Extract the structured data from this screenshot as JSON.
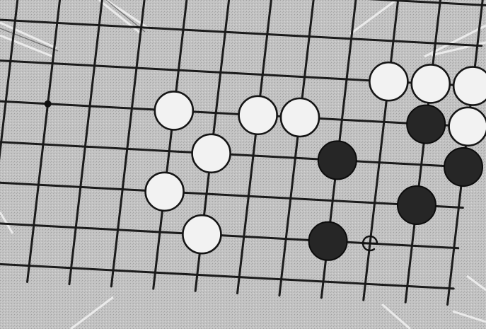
{
  "board": {
    "description_label": "",
    "stones": {
      "white": [
        {
          "col": 4,
          "row": 3
        },
        {
          "col": 6,
          "row": 3
        },
        {
          "col": 7,
          "row": 3
        },
        {
          "col": 9,
          "row": 2
        },
        {
          "col": 10,
          "row": 2
        },
        {
          "col": 11,
          "row": 2
        },
        {
          "col": 5,
          "row": 4
        },
        {
          "col": 11,
          "row": 3
        },
        {
          "col": 4,
          "row": 5
        },
        {
          "col": 5,
          "row": 6
        }
      ],
      "black": [
        {
          "col": 10,
          "row": 3
        },
        {
          "col": 8,
          "row": 4
        },
        {
          "col": 11,
          "row": 4
        },
        {
          "col": 10,
          "row": 5
        },
        {
          "col": 8,
          "row": 6
        }
      ]
    },
    "star_points": [
      {
        "col": 1,
        "row": 3
      }
    ],
    "last_move_marker": {
      "col": 9,
      "row": 6,
      "glyph": "e-mark"
    }
  },
  "colors": {
    "paper": "#bdbdbd",
    "grid": "#1b1b1b",
    "white_stone": "#f2f2f2",
    "black_stone": "#262626"
  }
}
